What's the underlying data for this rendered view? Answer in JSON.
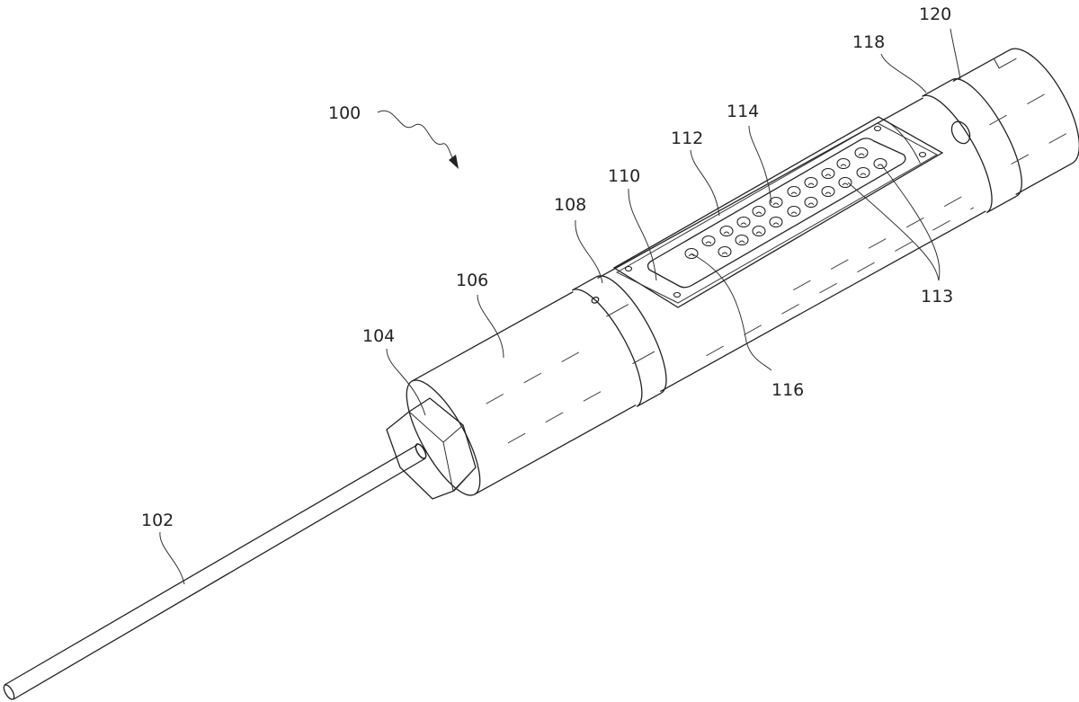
{
  "figure": {
    "labels": {
      "l100": "100",
      "l102": "102",
      "l104": "104",
      "l106": "106",
      "l108": "108",
      "l110": "110",
      "l112": "112",
      "l113": "113",
      "l114": "114",
      "l116": "116",
      "l118": "118",
      "l120": "120"
    },
    "colors": {
      "line": "#222222",
      "background": "#ffffff"
    }
  }
}
